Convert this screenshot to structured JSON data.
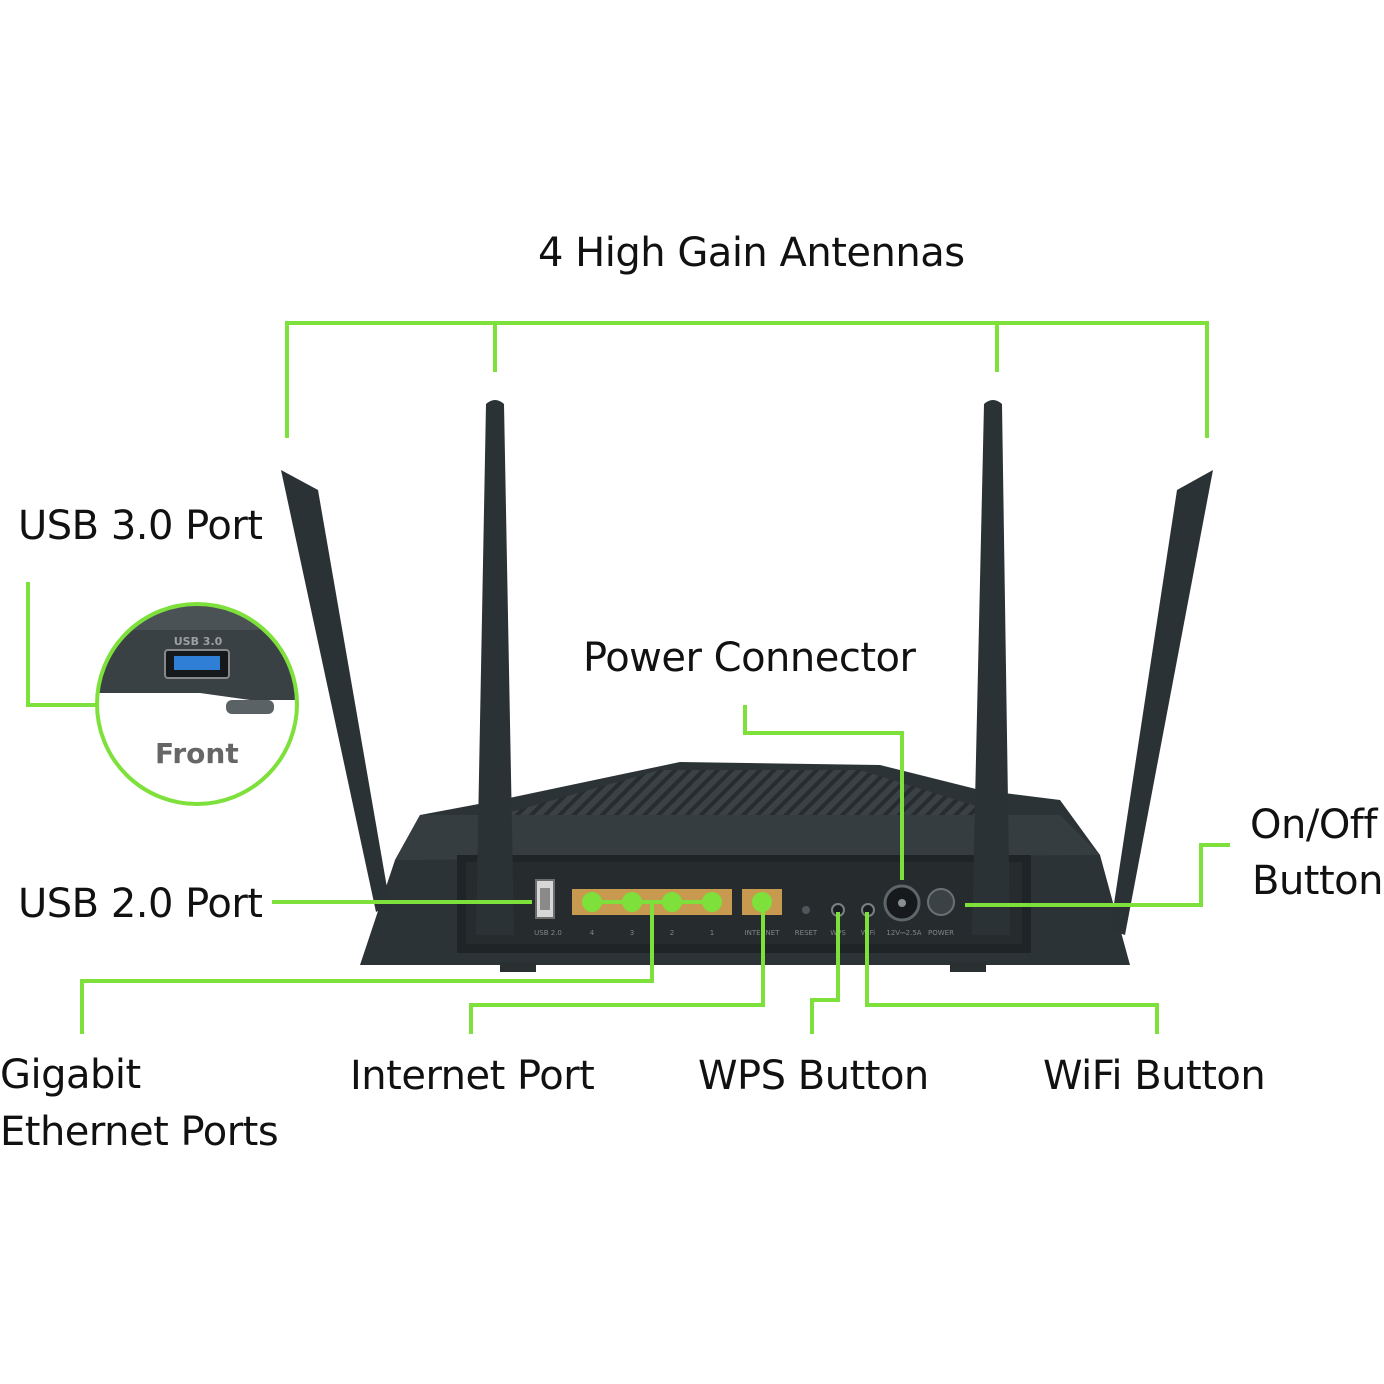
{
  "accent_color": "#7ee03a",
  "labels": {
    "antennas": "4 High Gain Antennas",
    "usb3": "USB 3.0 Port",
    "power_connector": "Power Connector",
    "onoff_line1": "On/Off",
    "onoff_line2": "Button",
    "usb2": "USB 2.0 Port",
    "gigabit_line1": "Gigabit",
    "gigabit_line2": "Ethernet Ports",
    "internet": "Internet Port",
    "wps": "WPS Button",
    "wifi": "WiFi Button"
  },
  "inset": {
    "caption": "Front",
    "port_label": "USB 3.0"
  },
  "panel_labels": {
    "usb": "USB 2.0",
    "lan4": "4",
    "lan3": "3",
    "lan2": "2",
    "lan1": "1",
    "internet": "INTERNET",
    "reset": "RESET",
    "wps": "WPS",
    "wifi": "WiFi",
    "power_rating": "12V⎓2.5A",
    "power": "POWER"
  },
  "icons": [
    "router-body",
    "antenna",
    "usb-port",
    "ethernet-port",
    "power-jack",
    "power-button"
  ]
}
